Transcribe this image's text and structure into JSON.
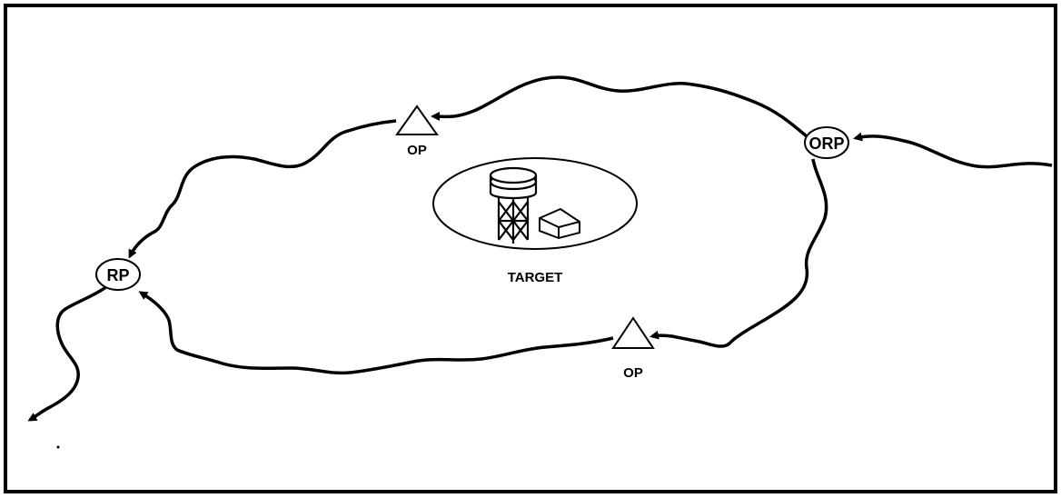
{
  "labels": {
    "orp": "ORP",
    "rp": "RP",
    "op_top": "OP",
    "op_bottom": "OP",
    "target": "TARGET"
  },
  "colors": {
    "line": "#000000",
    "background": "#ffffff"
  },
  "icons": {
    "target_structure": "water-tower-and-building-icon",
    "observation_point": "triangle-icon",
    "rally_point": "oval-icon"
  }
}
